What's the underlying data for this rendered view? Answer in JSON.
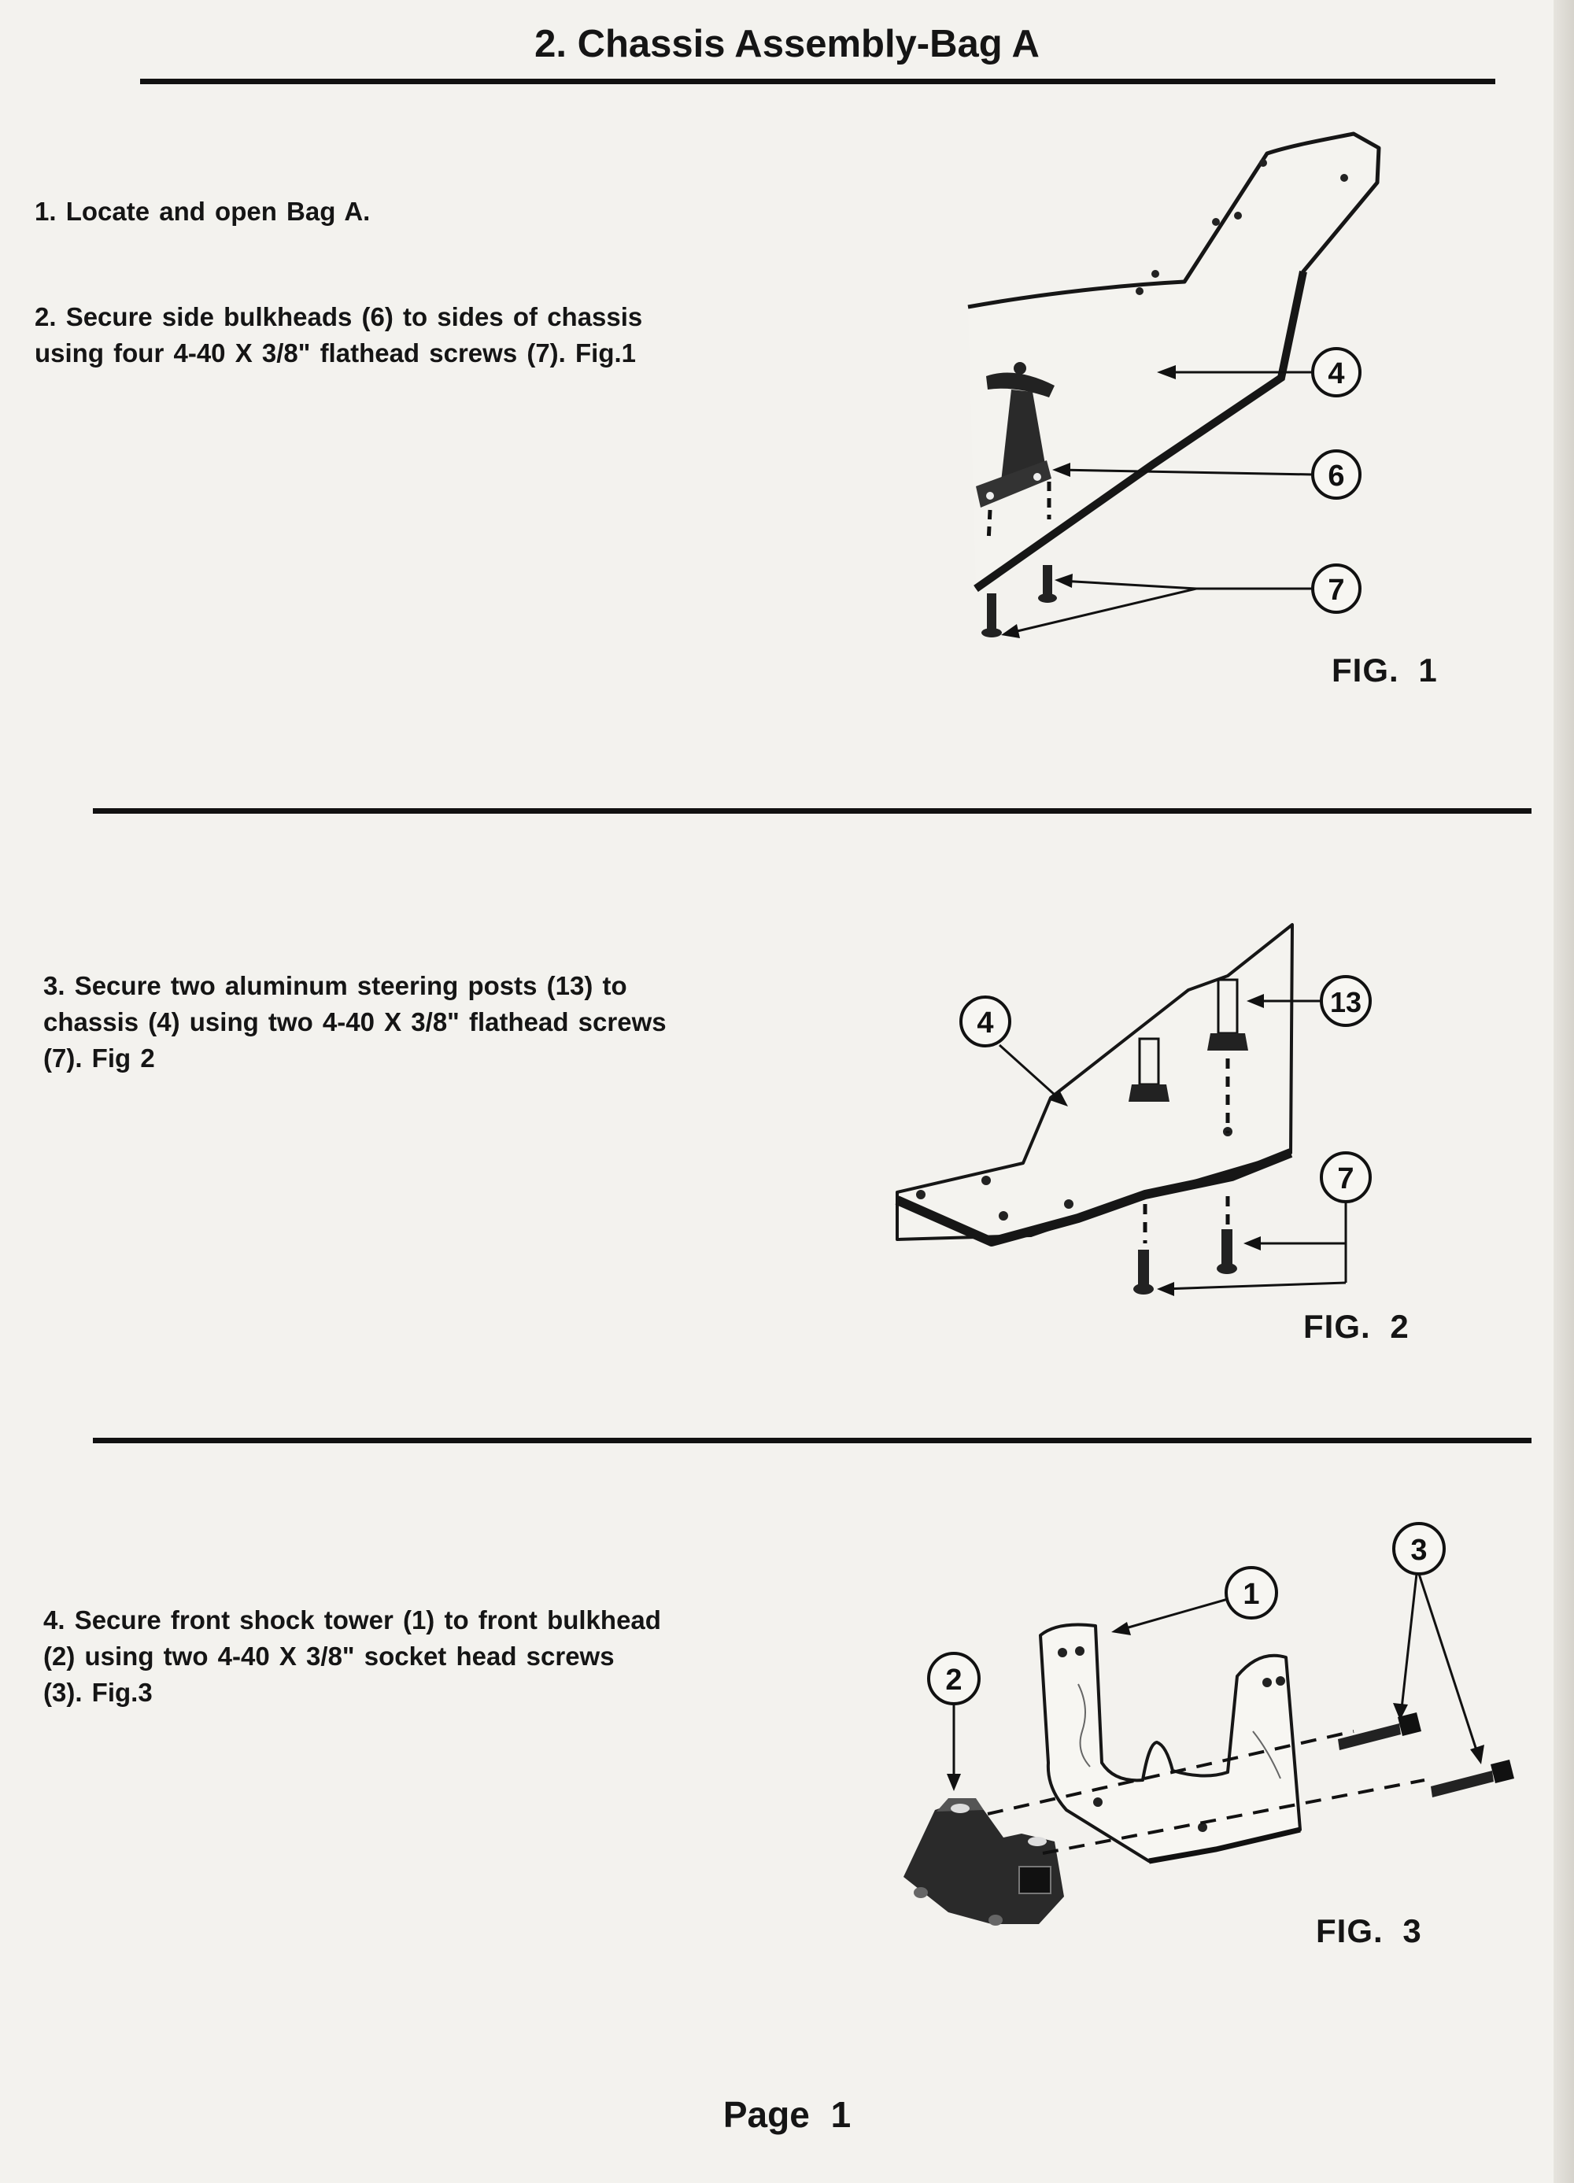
{
  "header": {
    "title": "2. Chassis Assembly-Bag A"
  },
  "steps": [
    {
      "text_lines": [
        "1. Locate and open Bag A."
      ]
    },
    {
      "text_lines": [
        "2. Secure side bulkheads (6) to sides of chassis",
        "using four 4-40 X 3/8\" flathead screws (7). Fig.1"
      ]
    },
    {
      "text_lines": [
        "3. Secure two aluminum steering posts (13) to",
        "chassis (4) using two 4-40 X 3/8\" flathead screws",
        "(7). Fig 2"
      ]
    },
    {
      "text_lines": [
        "4. Secure front shock tower (1) to front bulkhead",
        "(2) using two 4-40 X 3/8\" socket head screws",
        "(3). Fig.3"
      ]
    }
  ],
  "figures": [
    {
      "label": "FIG. 1",
      "callouts": [
        "4",
        "6",
        "7"
      ]
    },
    {
      "label": "FIG. 2",
      "callouts": [
        "13",
        "4",
        "7"
      ]
    },
    {
      "label": "FIG. 3",
      "callouts": [
        "3",
        "1",
        "2"
      ]
    }
  ],
  "footer": {
    "page_label": "Page 1"
  }
}
